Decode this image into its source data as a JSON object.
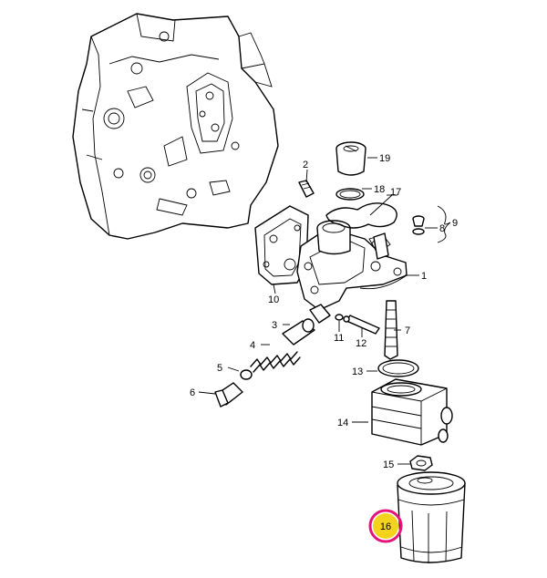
{
  "callouts": {
    "c1": "1",
    "c2": "2",
    "c3": "3",
    "c4": "4",
    "c5": "5",
    "c6": "6",
    "c7": "7",
    "c8": "8",
    "c9": "9",
    "c10": "10",
    "c11": "11",
    "c12": "12",
    "c13": "13",
    "c14": "14",
    "c15": "15",
    "c16": "16",
    "c17": "17",
    "c18": "18",
    "c19": "19"
  },
  "highlight": {
    "callout": "16",
    "color": "#f5d21c",
    "ring_color": "#e4157a"
  },
  "colors": {
    "line": "#000000",
    "background": "#ffffff"
  }
}
